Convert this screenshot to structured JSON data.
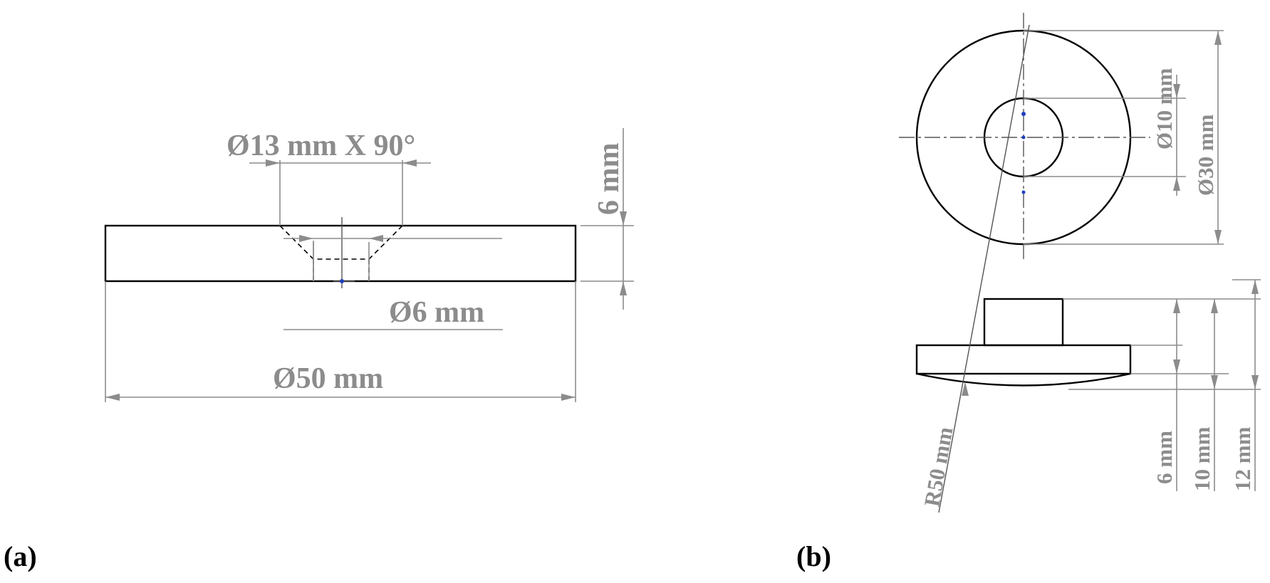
{
  "figure": {
    "panel_a": {
      "label": "(a)",
      "dims": {
        "countersink": "Ø13 mm X 90°",
        "thickness": "6 mm",
        "hole": "Ø6 mm",
        "diameter": "Ø50 mm"
      }
    },
    "panel_b": {
      "label": "(b)",
      "dims": {
        "inner_diameter": "Ø10 mm",
        "outer_diameter": "Ø30 mm",
        "radius": "R50 mm",
        "height_6": "6 mm",
        "height_10": "10 mm",
        "height_12": "12 mm"
      }
    }
  }
}
